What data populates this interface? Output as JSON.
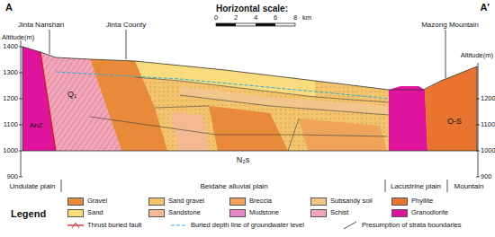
{
  "diagram": {
    "labels": [
      "A",
      "Horizontal scale:",
      "0",
      "2",
      "4",
      "6",
      "8",
      "km",
      "A′",
      "Altitude(m)",
      "Jinta Nanshan",
      "Jinta County",
      "Mazong Mountain",
      "Altitude(m)",
      "1400",
      "1300",
      "1200",
      "1100",
      "1000",
      "900",
      "1200",
      "1100",
      "1000",
      "900",
      "AnZ",
      "Q₁",
      "N₂s",
      "O-S",
      "Undulate plain",
      "Beidahe alluvial plain",
      "Lacustrine plain",
      "Mountain",
      "Legend"
    ],
    "legend": [
      {
        "text": "Gravel",
        "color": "#e9893a"
      },
      {
        "text": "Sand gravel",
        "color": "#f3c46b"
      },
      {
        "text": "Breccia",
        "color": "#f0a35a"
      },
      {
        "text": "Subsandy soil",
        "color": "#f2c58c"
      },
      {
        "text": "Phyllite",
        "color": "#e8742f"
      },
      {
        "text": "Sand",
        "color": "#f8dc7e"
      },
      {
        "text": "Sandstone",
        "color": "#f4b893"
      },
      {
        "text": "Mudstone",
        "color": "#e884c8"
      },
      {
        "text": "Schist",
        "color": "#f2a6b9"
      },
      {
        "text": "Granodiorite",
        "color": "#e0139c"
      },
      {
        "text": "Thrust buried fault"
      },
      {
        "text": "Buried depth line of groundwater level"
      },
      {
        "text": "Presumption of strata boundaries"
      }
    ]
  }
}
